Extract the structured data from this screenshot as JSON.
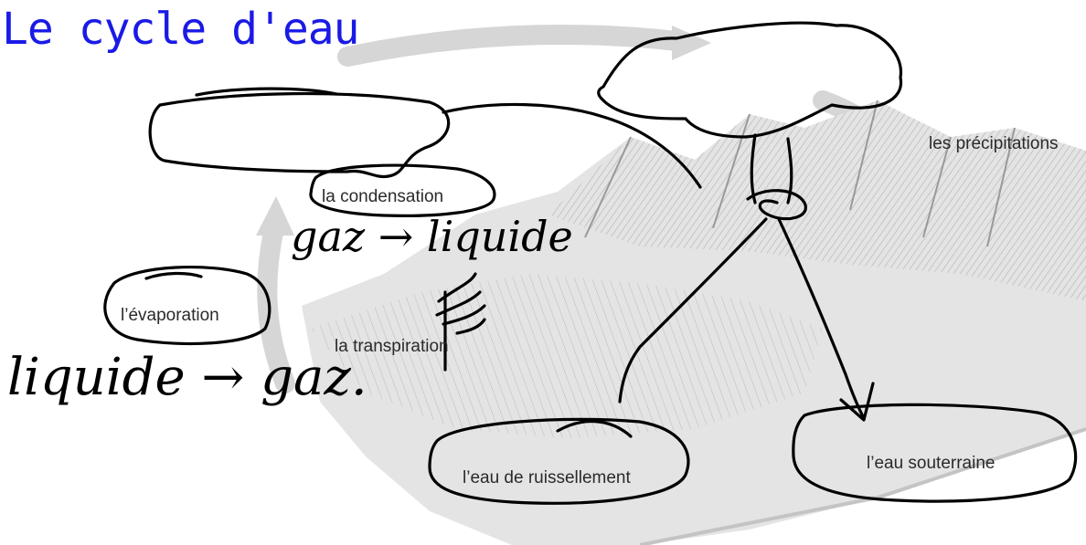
{
  "title": "Le cycle d'eau",
  "labels": {
    "condensation": "la condensation",
    "evaporation": "l’évaporation",
    "transpiration": "la transpiration",
    "precipitations": "les précipitations",
    "ruissellement": "l’eau de ruissellement",
    "souterraine": "l’eau souterraine"
  },
  "handwriting": {
    "gas_to_liquid": "gaz → liquide",
    "liquid_to_gas": "liquide → gaz."
  },
  "colors": {
    "title": "#1a1ae6",
    "ink": "#000000",
    "cycle_arrows": "#cfcfcf",
    "terrain": "#bdbdbd"
  }
}
